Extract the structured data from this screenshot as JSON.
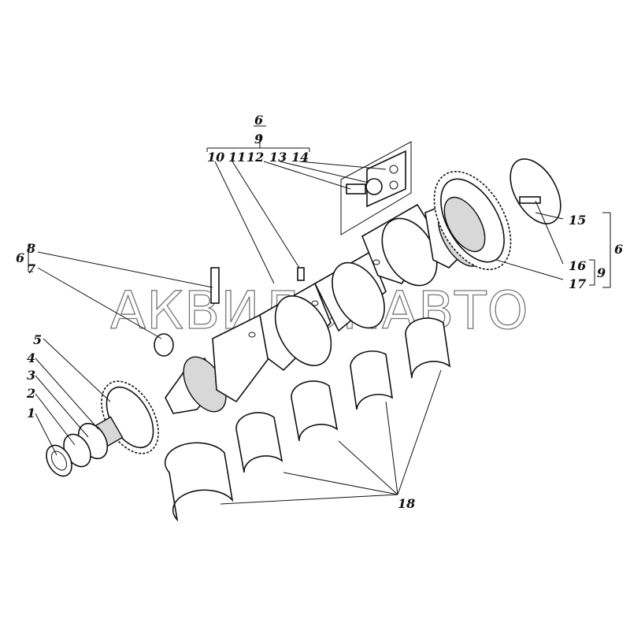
{
  "title": "Crankshaft assembly exploded view",
  "watermark": "АКВИЛОНАВТО",
  "callouts": {
    "top_group": {
      "top": "6",
      "middle": "9",
      "items": [
        "10",
        "11",
        "12",
        "13",
        "14"
      ]
    },
    "left_group": {
      "parent": "6",
      "items": [
        "8",
        "7"
      ]
    },
    "left_stack": [
      "5",
      "4",
      "3",
      "2",
      "1"
    ],
    "right": {
      "item15": "15",
      "item16": "16",
      "item17": "17",
      "sub": "9",
      "parent": "6"
    },
    "bottom": "18"
  }
}
